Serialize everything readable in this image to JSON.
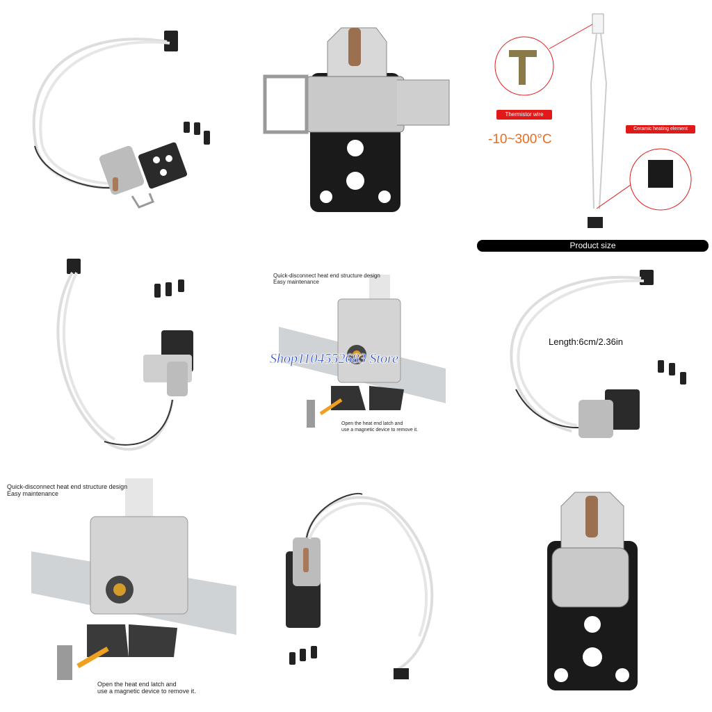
{
  "thermistor_label": "Thermistor wire",
  "temperature_range": "-10~300°C",
  "ceramic_label": "Ceramic heating element",
  "product_size_bar": "Product size",
  "quick_disconnect_title_1": "Quick-disconnect heat end structure design",
  "quick_disconnect_title_2": "Easy maintenance",
  "latch_note_1": "Open the heat end latch and",
  "latch_note_2": "use a magnetic device to remove it.",
  "length_label": "Length:6cm/2.36in",
  "watermark": "Shop1104552683 Store",
  "colors": {
    "accent_red": "#e11919",
    "temperature_orange": "#ef6a1a",
    "watermark_blue": "#1a3cc9"
  }
}
